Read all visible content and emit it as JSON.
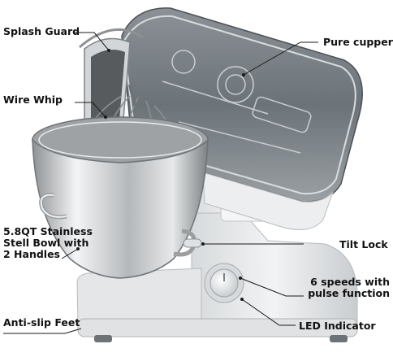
{
  "labels": {
    "splash_guard": "Splash Guard",
    "wire_whip": "Wire Whip",
    "bowl_line1": "5.8QT Stainless",
    "bowl_line2": "Stell Bowl with",
    "bowl_line3": "2 Handles",
    "anti_slip": "Anti-slip Feet",
    "pure_cupper": "Pure cupper",
    "tilt_lock": "Tilt Lock",
    "speeds_line1": "6 speeds with",
    "speeds_line2": "pulse function",
    "led_indicator": "LED Indicator"
  },
  "colors": {
    "body": "#e9ebec",
    "body_shade": "#c9cdd0",
    "head_dark": "#6f767b",
    "steel": "#b9bcbf",
    "steel_light": "#eceeef",
    "leader": "#1a1a1a"
  }
}
